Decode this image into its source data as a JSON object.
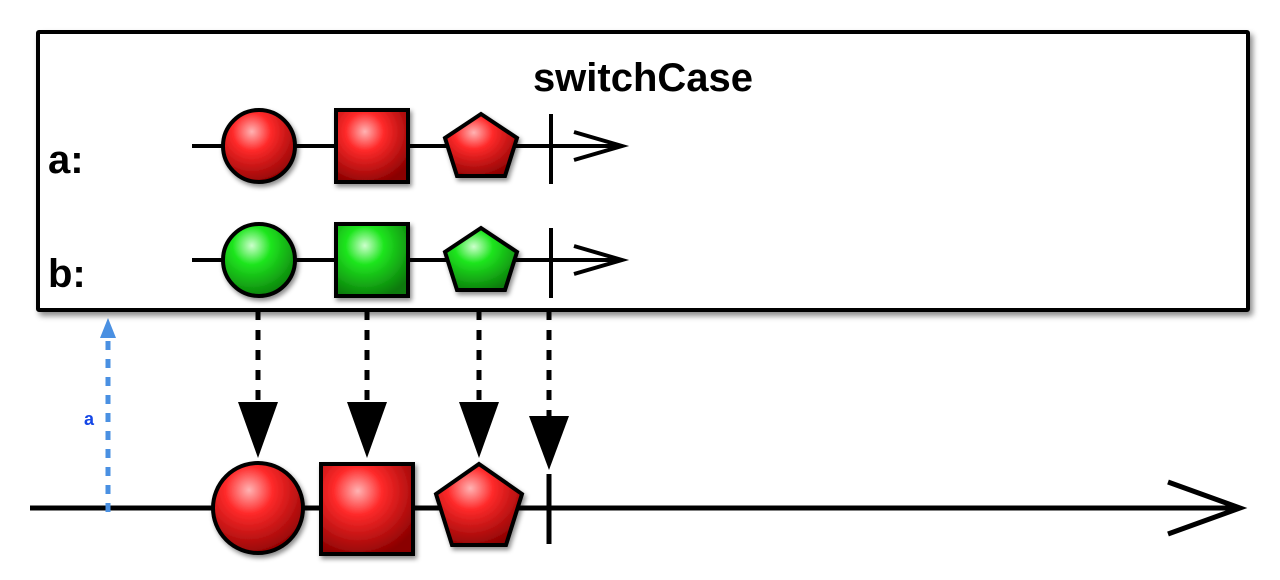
{
  "operator": {
    "name": "switchCase"
  },
  "sources": [
    {
      "key": "a:",
      "color": "#e52222",
      "items": [
        "circle",
        "square",
        "pentagon"
      ],
      "completes": true
    },
    {
      "key": "b:",
      "color": "#22e022",
      "items": [
        "circle",
        "square",
        "pentagon"
      ],
      "completes": true
    }
  ],
  "selector": {
    "label": "a",
    "color": "#4a90e2"
  },
  "output": {
    "color": "#e52222",
    "items": [
      "circle",
      "square",
      "pentagon"
    ],
    "completes": true
  }
}
